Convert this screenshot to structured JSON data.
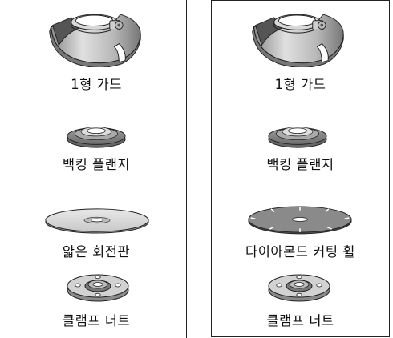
{
  "left_column": {
    "items": [
      {
        "label": "1형 가드",
        "icon": "type1-guard-icon"
      },
      {
        "label": "백킹 플랜지",
        "icon": "backing-flange-icon"
      },
      {
        "label": "얇은 회전판",
        "icon": "thin-disc-icon"
      },
      {
        "label": "클램프 너트",
        "icon": "clamp-nut-icon"
      }
    ]
  },
  "right_column": {
    "items": [
      {
        "label": "1형 가드",
        "icon": "type1-guard-icon"
      },
      {
        "label": "백킹 플랜지",
        "icon": "backing-flange-icon"
      },
      {
        "label": "다이아몬드 커팅 휠",
        "icon": "diamond-cutting-wheel-icon"
      },
      {
        "label": "클램프 너트",
        "icon": "clamp-nut-icon"
      }
    ]
  }
}
